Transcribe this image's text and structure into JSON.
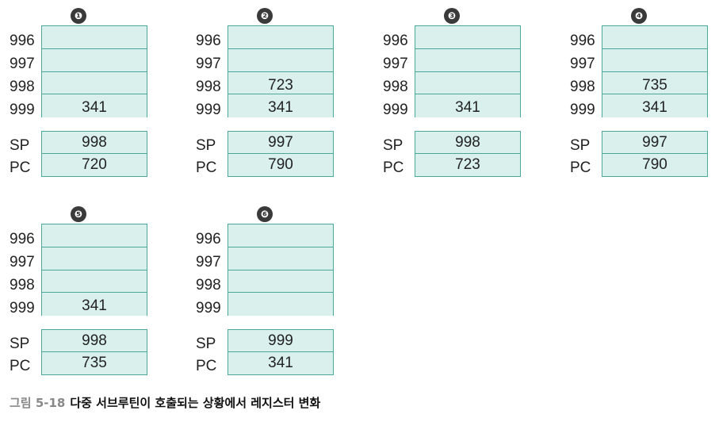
{
  "panels": [
    {
      "step": "❶",
      "addresses": [
        "996",
        "997",
        "998",
        "999"
      ],
      "memory": [
        "",
        "",
        "",
        "341"
      ],
      "registers": [
        {
          "name": "SP",
          "value": "998"
        },
        {
          "name": "PC",
          "value": "720"
        }
      ]
    },
    {
      "step": "❷",
      "addresses": [
        "996",
        "997",
        "998",
        "999"
      ],
      "memory": [
        "",
        "",
        "723",
        "341"
      ],
      "registers": [
        {
          "name": "SP",
          "value": "997"
        },
        {
          "name": "PC",
          "value": "790"
        }
      ]
    },
    {
      "step": "❸",
      "addresses": [
        "996",
        "997",
        "998",
        "999"
      ],
      "memory": [
        "",
        "",
        "",
        "341"
      ],
      "registers": [
        {
          "name": "SP",
          "value": "998"
        },
        {
          "name": "PC",
          "value": "723"
        }
      ]
    },
    {
      "step": "❹",
      "addresses": [
        "996",
        "997",
        "998",
        "999"
      ],
      "memory": [
        "",
        "",
        "735",
        "341"
      ],
      "registers": [
        {
          "name": "SP",
          "value": "997"
        },
        {
          "name": "PC",
          "value": "790"
        }
      ]
    },
    {
      "step": "❺",
      "addresses": [
        "996",
        "997",
        "998",
        "999"
      ],
      "memory": [
        "",
        "",
        "",
        "341"
      ],
      "registers": [
        {
          "name": "SP",
          "value": "998"
        },
        {
          "name": "PC",
          "value": "735"
        }
      ]
    },
    {
      "step": "❻",
      "addresses": [
        "996",
        "997",
        "998",
        "999"
      ],
      "memory": [
        "",
        "",
        "",
        ""
      ],
      "registers": [
        {
          "name": "SP",
          "value": "999"
        },
        {
          "name": "PC",
          "value": "341"
        }
      ]
    }
  ],
  "caption": {
    "number": "그림 5-18",
    "text": "다중 서브루틴이 호출되는 상황에서 레지스터 변화"
  }
}
